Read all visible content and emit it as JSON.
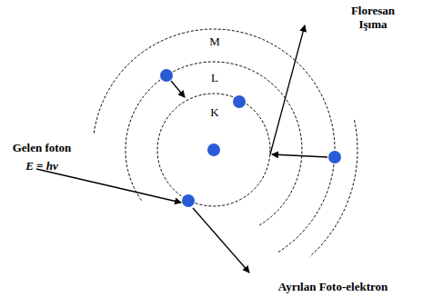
{
  "diagram": {
    "labels": [
      "M",
      "L",
      "K",
      "Gelen foton",
      "E = hv",
      "Floresan Işıma",
      "Ayrılan Foto-elektron"
    ]
  }
}
